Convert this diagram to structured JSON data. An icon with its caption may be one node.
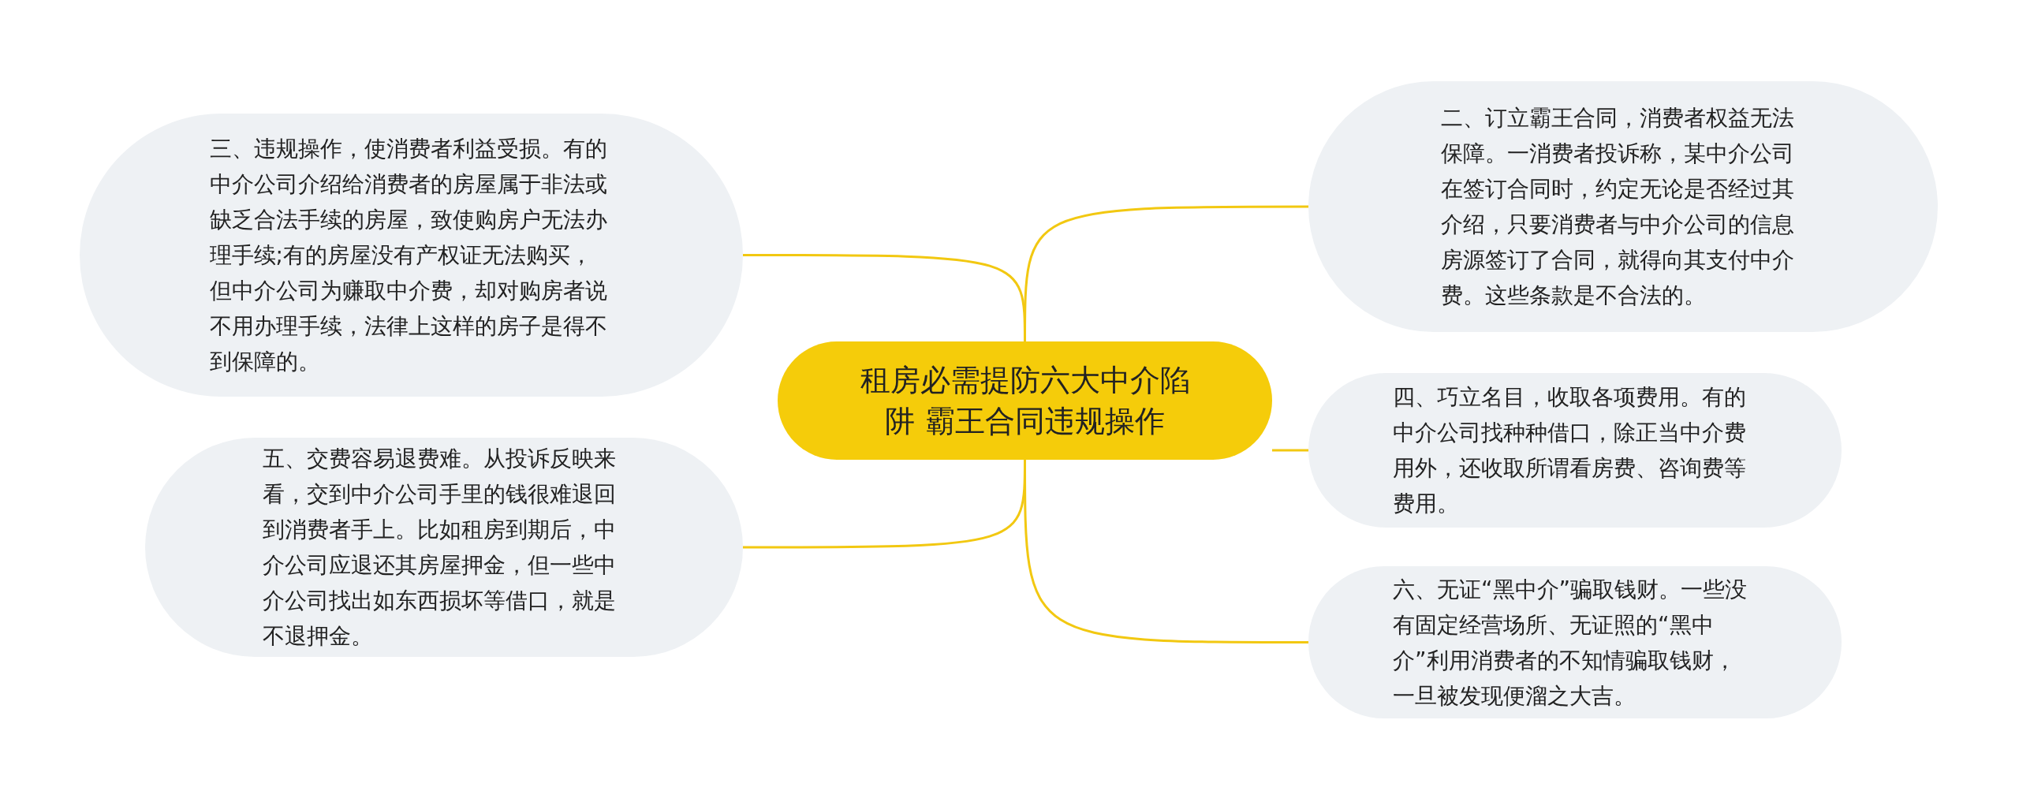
{
  "diagram": {
    "nodes": [
      {
        "text": [
          "租房必需提防六大中介陷阱 霸王合同违规操作"
        ]
      },
      {
        "text": [
          "三、违规操作，使消费者利益受损。有的中介公司介绍给消费者的房屋属于非法或缺乏合法手续的房屋，致使购房户无法办理手续;有的房屋没有产权证无法购买，但中介公司为赚取中介费，却对购房者说不用办理手续，法律上这样的房子是得不到保障的。"
        ]
      },
      {
        "text": [
          "五、交费容易退费难。从投诉反映来看，交到中介公司手里的钱很难退回到消费者手上。比如租房到期后，中介公司应退还其房屋押金，但一些中介公司找出如东西损坏等借口，就是不退押金。"
        ]
      },
      {
        "text": [
          "二、订立霸王合同，消费者权益无法保障。一消费者投诉称，某中介公司在签订合同时，约定无论是否经过其介绍，只要消费者与中介公司的信息房源签订了合同，就得向其支付中介费。这些条款是不合法的。"
        ]
      },
      {
        "text": [
          "四、巧立名目，收取各项费用。有的中介公司找种种借口，除正当中介费用外，还收取所谓看房费、咨询费等费用。"
        ]
      },
      {
        "text": [
          "六、无证“黑中介”骗取钱财。一些没有固定经营场所、无证照的“黑中介”利用消费者的不知情骗取钱财，一旦被发现便溜之大吉。"
        ]
      }
    ],
    "edges": [
      {
        "from": 0,
        "to": 1,
        "arrow": "none"
      },
      {
        "from": 0,
        "to": 2,
        "arrow": "none"
      },
      {
        "from": 0,
        "to": 3,
        "arrow": "none"
      },
      {
        "from": 0,
        "to": 4,
        "arrow": "none"
      },
      {
        "from": 0,
        "to": 5,
        "arrow": "none"
      }
    ]
  }
}
